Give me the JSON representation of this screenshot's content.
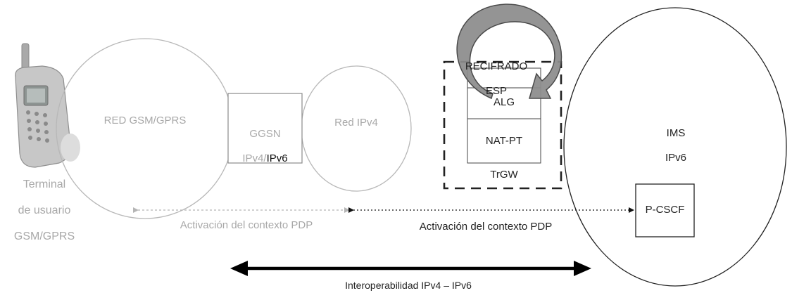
{
  "terminal": {
    "line1": "Terminal",
    "line2": "de usuario",
    "line3": "GSM/GPRS"
  },
  "networks": {
    "gsm": "RED GSM/GPRS",
    "ipv4": "Red IPv4",
    "ims": {
      "line1": "IMS",
      "line2": "IPv6"
    }
  },
  "ggsn": {
    "line1": "GGSN",
    "line2_a": "IPv4/",
    "line2_b": "IPv6"
  },
  "trgw": {
    "alg": "ALG",
    "natpt": "NAT-PT",
    "label": "TrGW",
    "recifrado_line1": "RECIFRADO",
    "recifrado_line2": "ESP"
  },
  "pcscf": "P-CSCF",
  "arrows": {
    "pdp_left": "Activación del contexto PDP",
    "pdp_right": "Activación del contexto PDP",
    "interop": "Interoperabilidad IPv4 – IPv6"
  }
}
